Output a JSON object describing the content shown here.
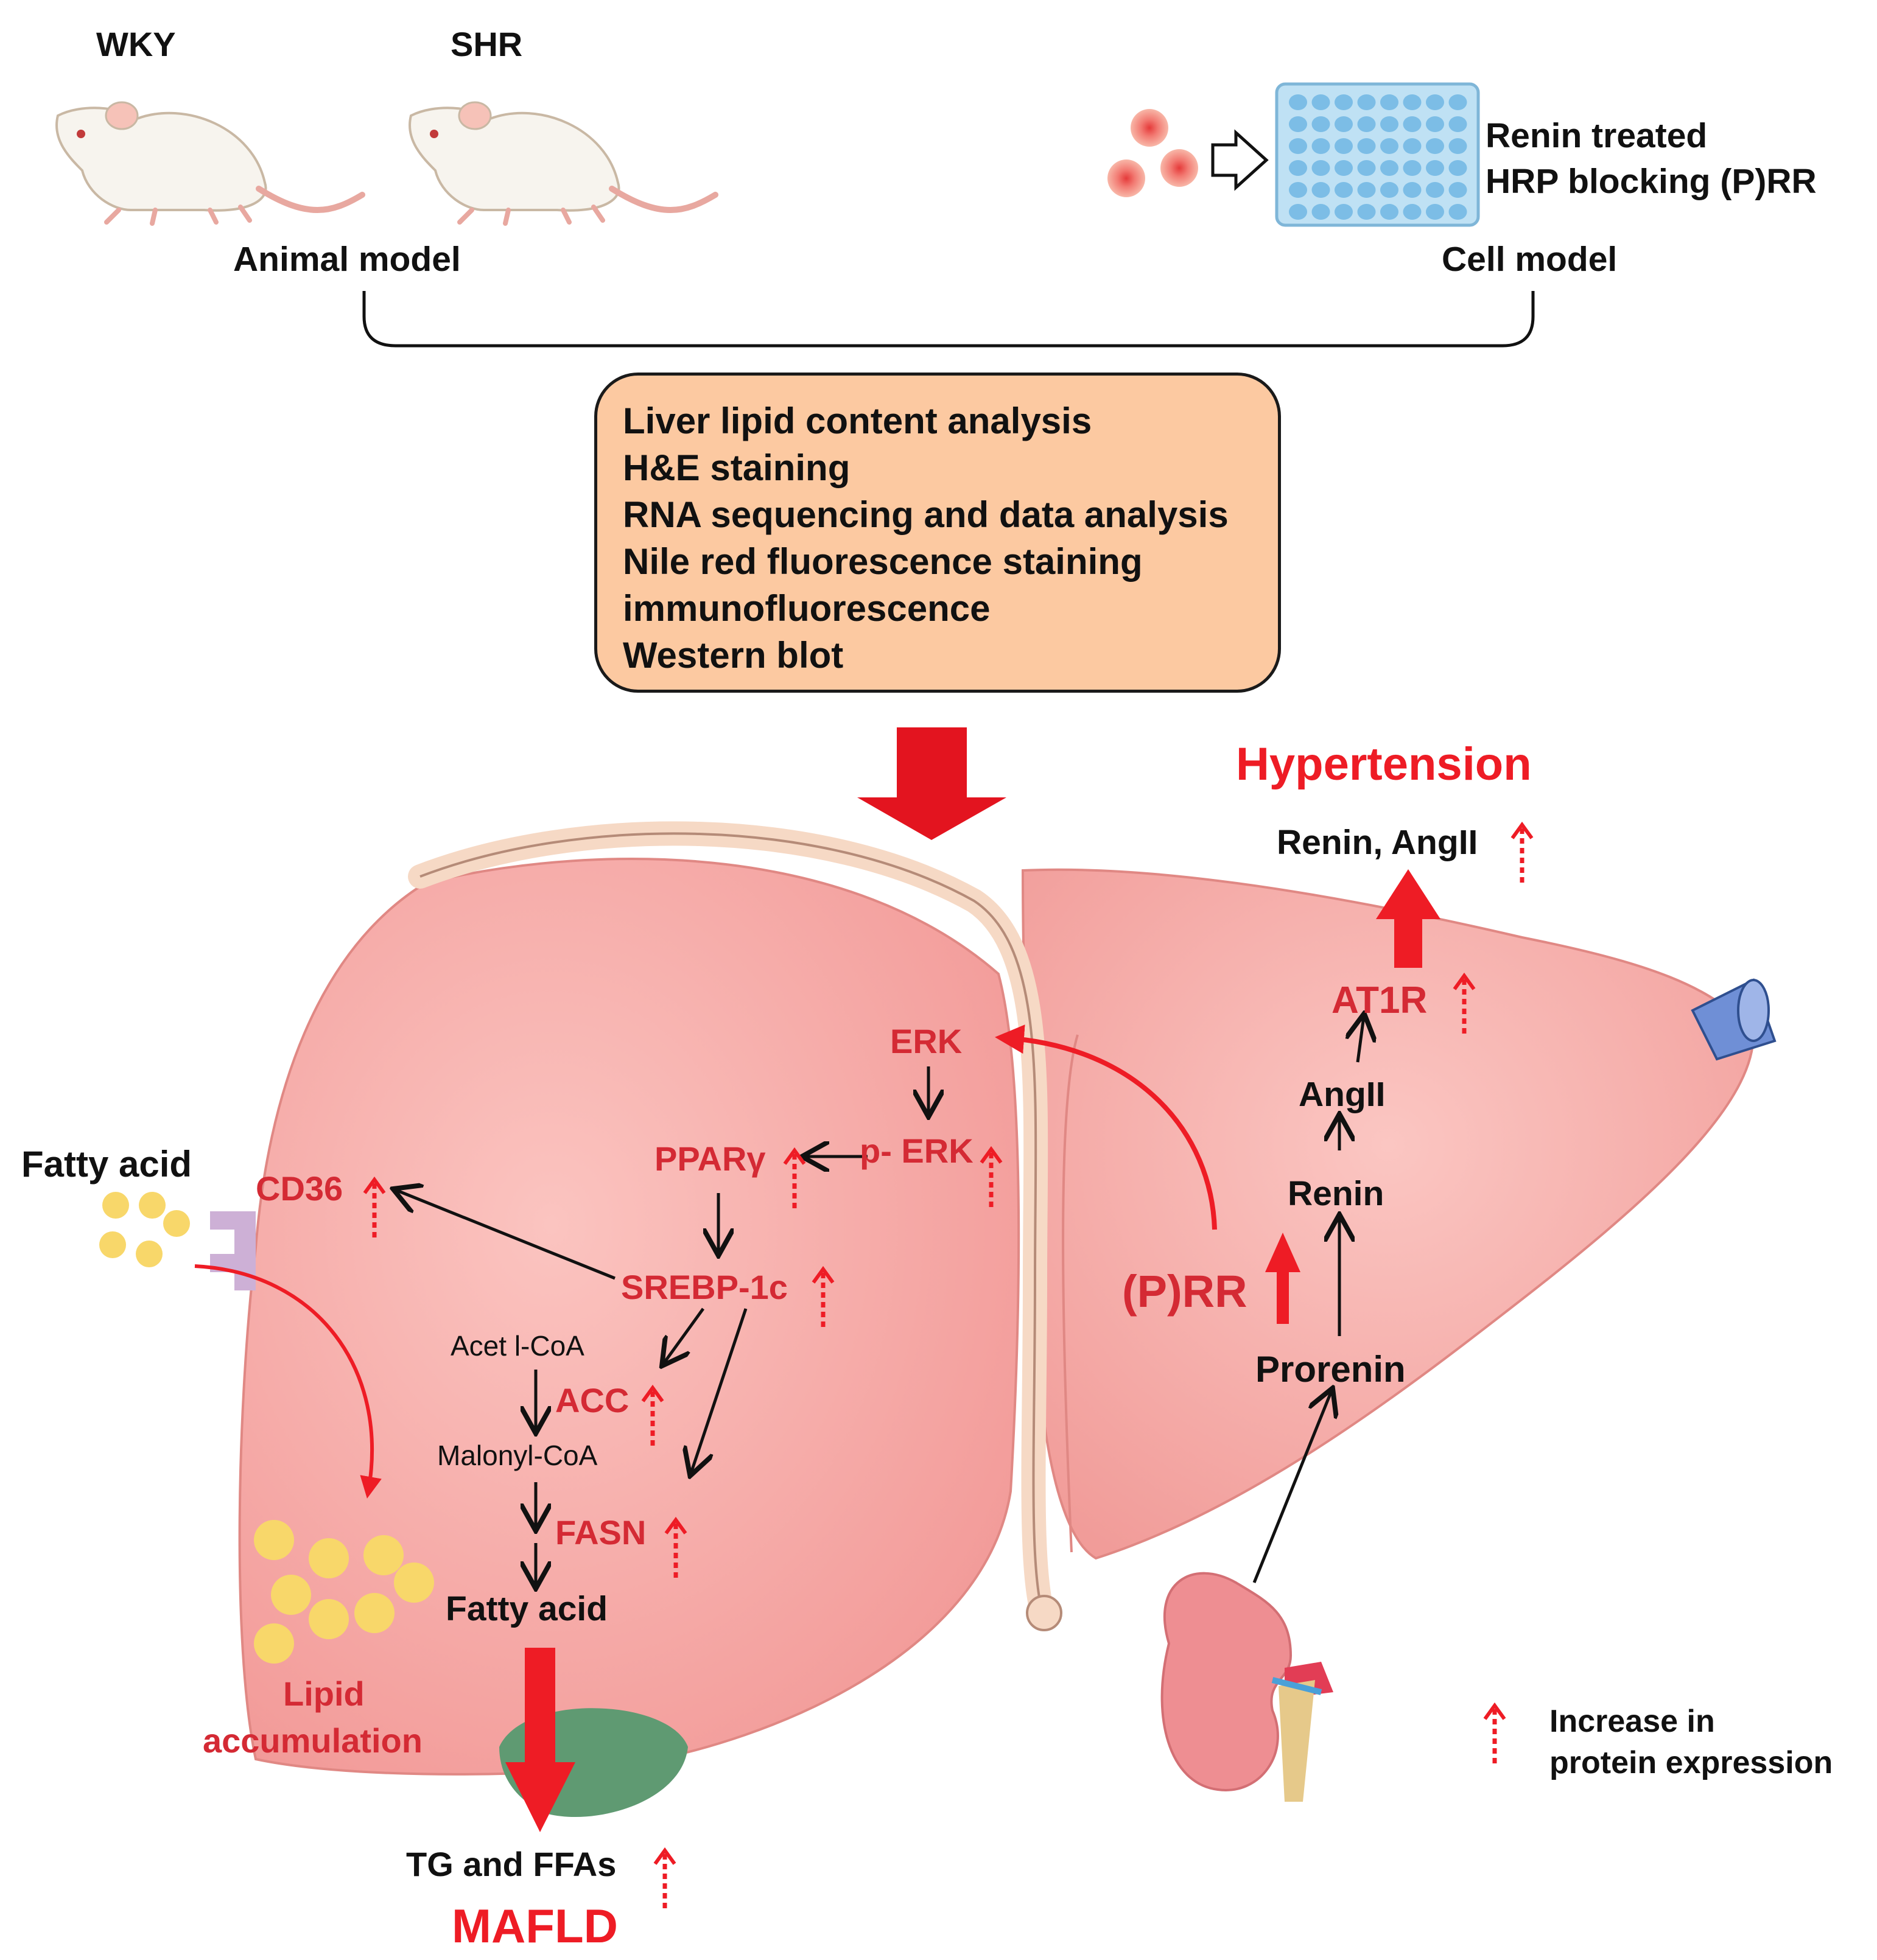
{
  "models": {
    "animal": {
      "strain_left": "WKY",
      "strain_right": "SHR",
      "caption": "Animal model"
    },
    "cell": {
      "treatment_1": "Renin treated",
      "treatment_2": "HRP blocking (P)RR",
      "caption": "Cell model"
    }
  },
  "methods": [
    "Liver lipid content analysis",
    "H&E staining",
    "RNA sequencing and data analysis",
    "Nile red fluorescence staining",
    "immunofluorescence",
    "Western blot"
  ],
  "left_pathway": {
    "erk": "ERK",
    "p_erk": "p- ERK",
    "ppar": "PPARγ",
    "cd36": "CD36",
    "srebp": "SREBP-1c",
    "acetyl_coa": "Acet  l-CoA",
    "acc": "ACC",
    "malonyl_coa": "Malonyl-CoA",
    "fasn": "FASN",
    "fatty_acid_product": "Fatty acid",
    "fatty_acid_uptake": "Fatty acid",
    "lipid_line1": "Lipid",
    "lipid_line2": "accumulation",
    "tg_ffas": "TG and FFAs",
    "outcome": "MAFLD"
  },
  "right_pathway": {
    "outcome": "Hypertension",
    "renin_angii": "Renin, AngII",
    "at1r": "AT1R",
    "angii": "AngII",
    "renin": "Renin",
    "prorenin": "Prorenin",
    "prr": "(P)RR"
  },
  "legend": {
    "line1": "Increase in",
    "line2": "protein expression"
  },
  "colors": {
    "label_red": "#d42a34",
    "arrow_red": "#ee1c25",
    "liver": "#f7a9a6",
    "methods_box": "#fcc9a1",
    "kidney": "#ee8e92",
    "lipid_droplet": "#f8d76a"
  }
}
